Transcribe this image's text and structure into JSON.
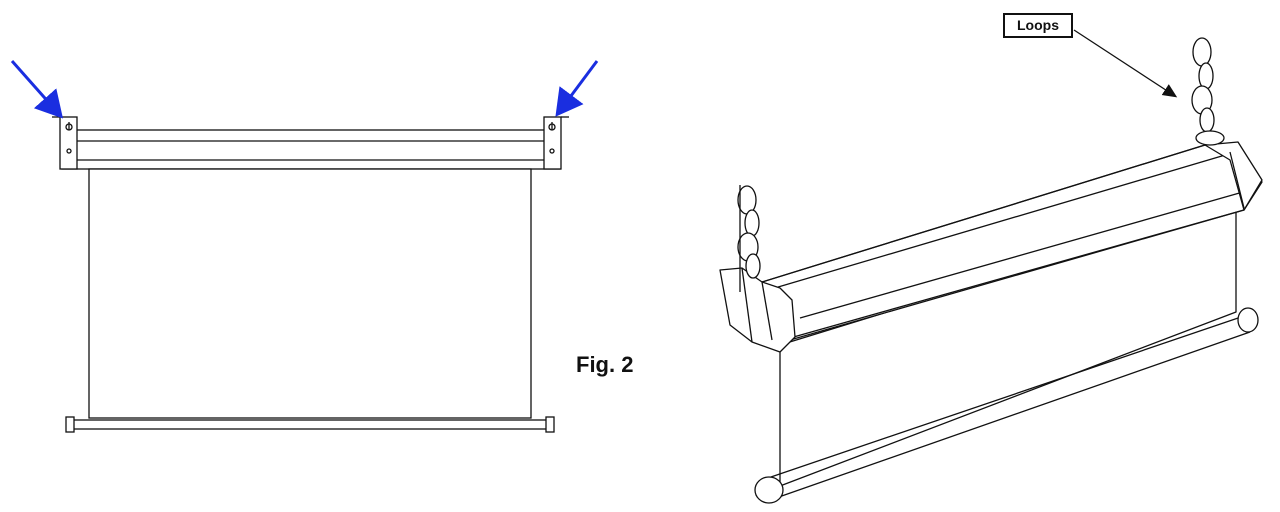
{
  "figure": {
    "label": "Fig. 2",
    "callout": "Loops",
    "colors": {
      "line": "#111111",
      "arrow": "#1a2ee0",
      "background": "#ffffff"
    },
    "parts": [
      "front-view-screen",
      "mounting-bracket-left",
      "mounting-bracket-right",
      "perspective-screen-case",
      "hanging-chain-left",
      "hanging-chain-right",
      "bottom-bar"
    ]
  }
}
